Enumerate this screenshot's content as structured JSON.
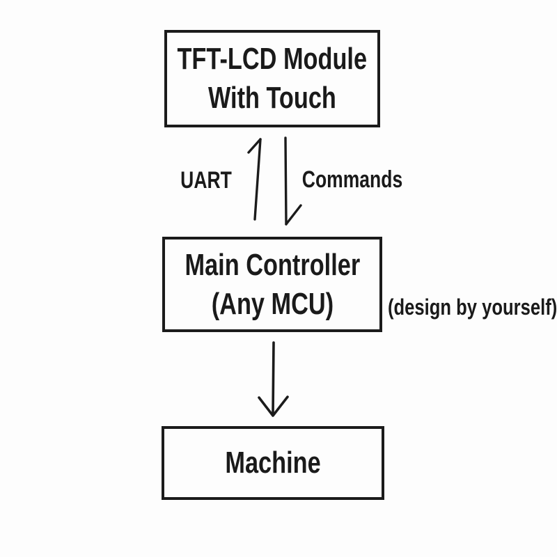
{
  "diagram": {
    "title": "TFT-LCD touch module to MCU block diagram",
    "background_color": "#fdfdfd",
    "stroke_color": "#1b1b1b",
    "text_color": "#1a1a1a",
    "nodes": [
      {
        "id": "tft-lcd",
        "lines": [
          "TFT-LCD Module",
          "With Touch"
        ]
      },
      {
        "id": "main-controller",
        "lines": [
          "Main Controller",
          "(Any MCU)"
        ]
      },
      {
        "id": "machine",
        "lines": [
          "Machine"
        ]
      }
    ],
    "edges": [
      {
        "id": "uart-up",
        "from": "main-controller",
        "to": "tft-lcd",
        "direction": "up",
        "label": "UART"
      },
      {
        "id": "commands-down",
        "from": "tft-lcd",
        "to": "main-controller",
        "direction": "down",
        "label": "Commands"
      },
      {
        "id": "mcu-to-machine",
        "from": "main-controller",
        "to": "machine",
        "direction": "down",
        "label": ""
      }
    ],
    "side_note": "(design by yourself)"
  }
}
